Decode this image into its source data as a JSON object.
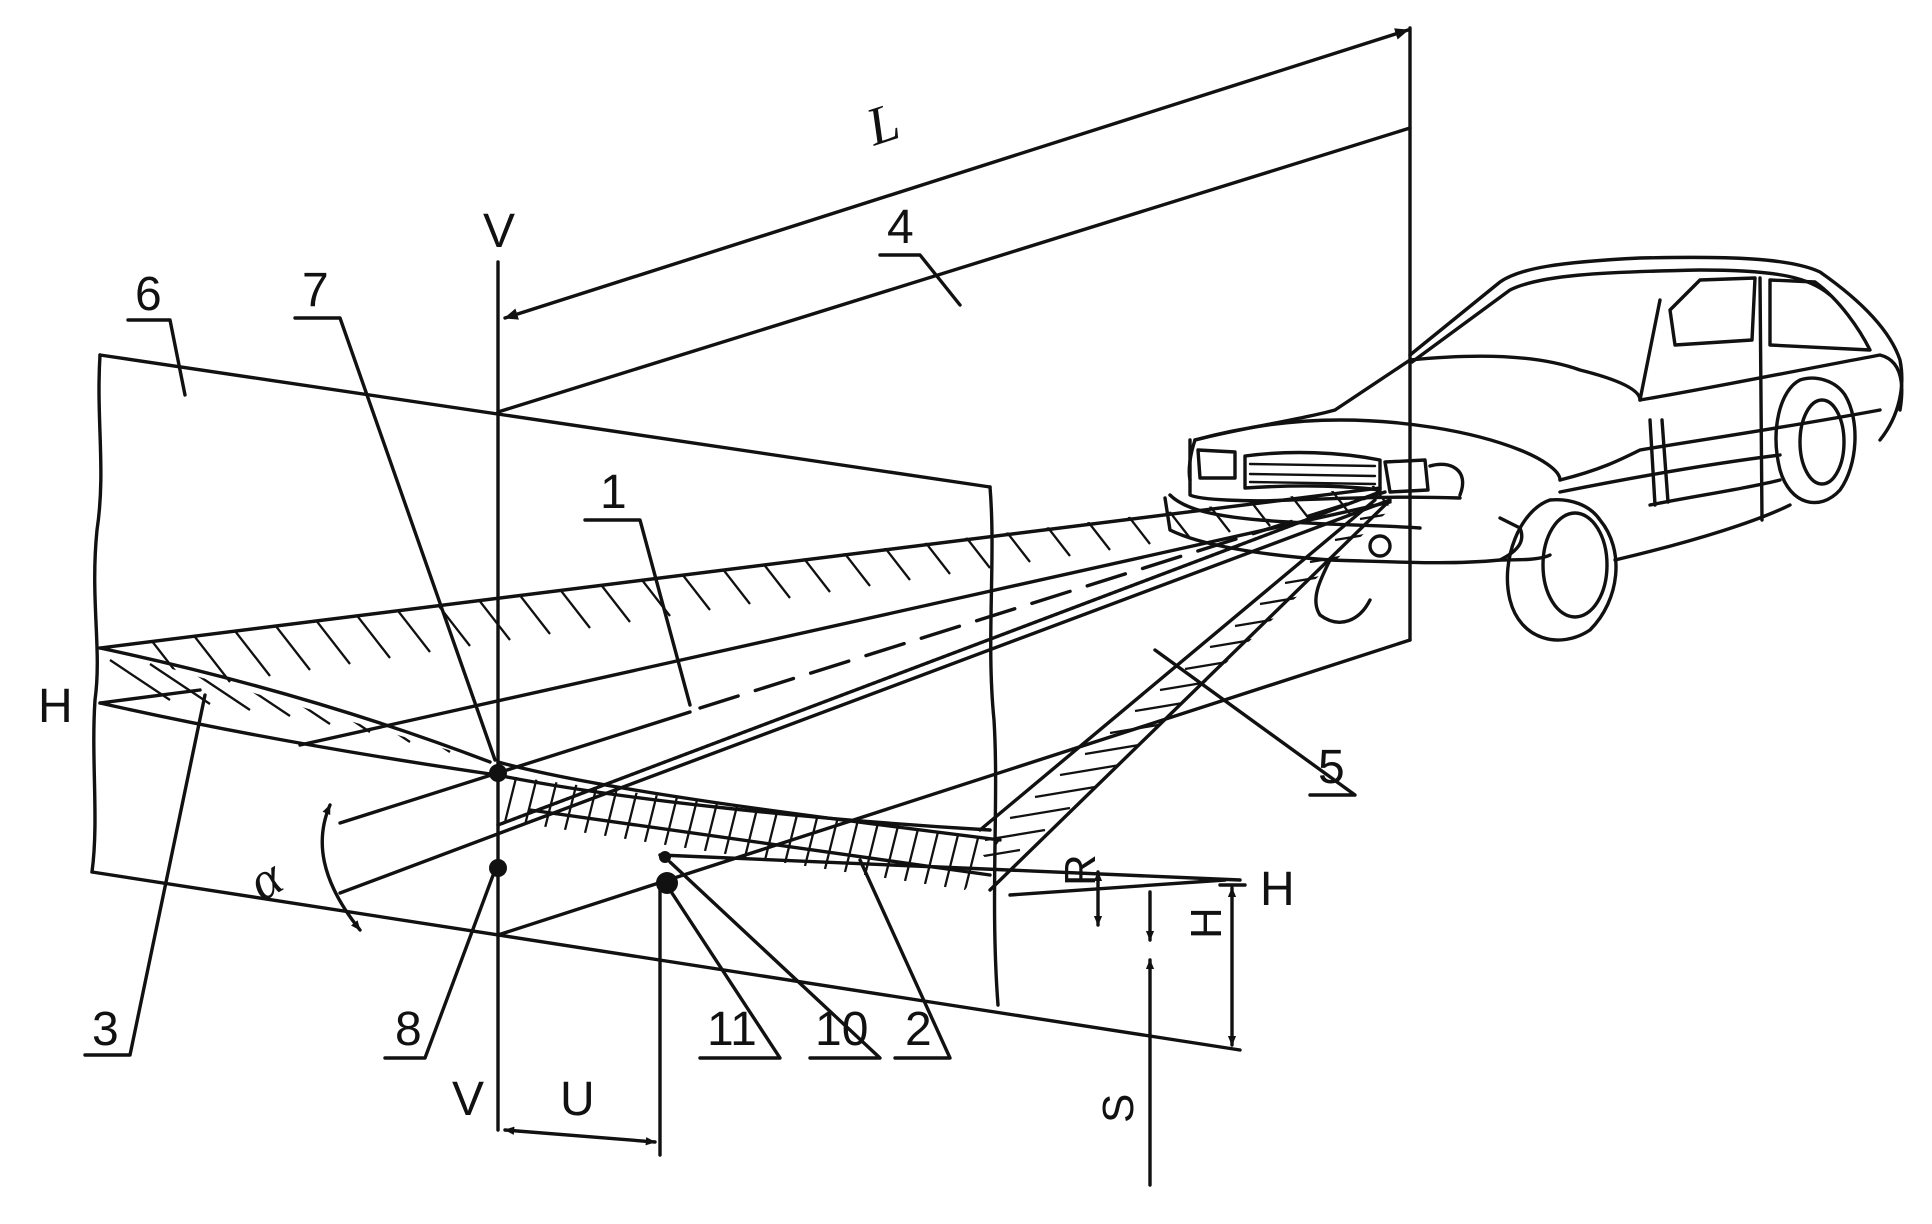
{
  "labels": {
    "n1": "1",
    "n2": "2",
    "n3": "3",
    "n4": "4",
    "n5": "5",
    "n6": "6",
    "n7": "7",
    "n8": "8",
    "n10": "10",
    "n11": "11",
    "V_top": "V",
    "V_bottom": "V",
    "H_left": "H",
    "H_right": "H",
    "L": "L",
    "alpha": "α",
    "R": "R",
    "H_dim": "H",
    "S": "S",
    "U": "U"
  },
  "colors": {
    "ink": "#111111",
    "background": "#ffffff"
  }
}
